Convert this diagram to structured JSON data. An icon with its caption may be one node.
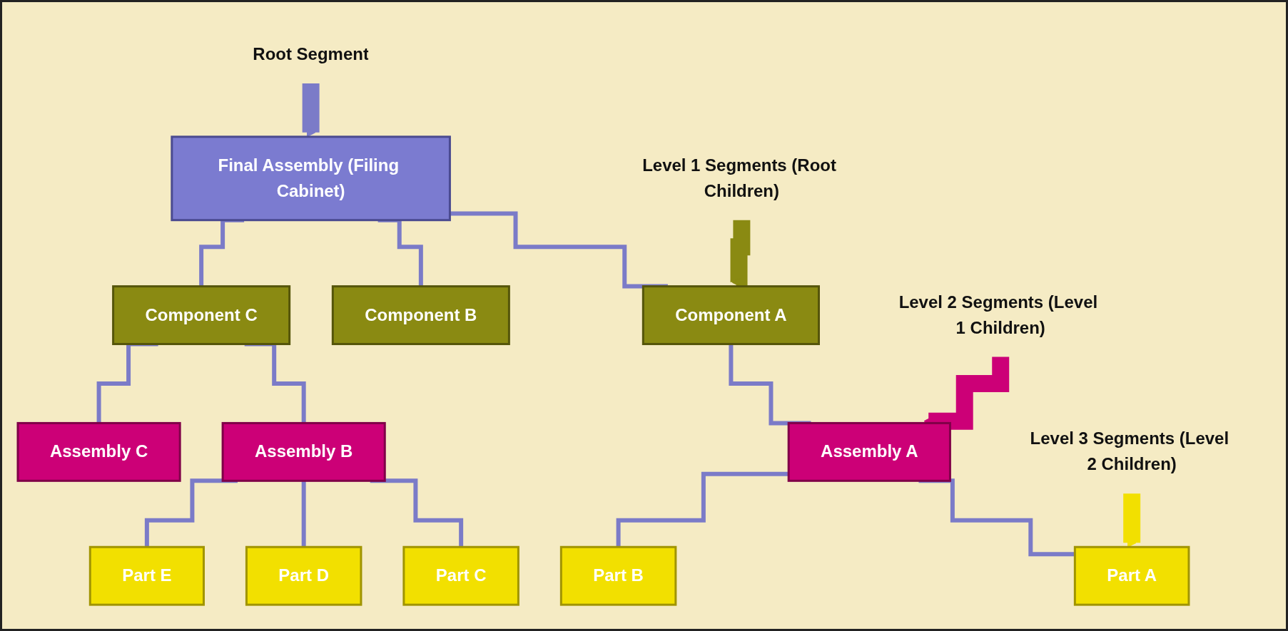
{
  "diagram": {
    "nodes": [
      {
        "text": [
          "Root Segment"
        ]
      },
      {
        "text": [
          "Final Assembly (Filing Cabinet)"
        ]
      },
      {
        "text": [
          "Level 1 Segments (Root Children)"
        ]
      },
      {
        "text": [
          "Component A"
        ]
      },
      {
        "text": [
          "Component B"
        ]
      },
      {
        "text": [
          "Component C"
        ]
      },
      {
        "text": [
          "Level 2 Segments (Level 1 Children)"
        ]
      },
      {
        "text": [
          "Assembly A"
        ]
      },
      {
        "text": [
          "Assembly B"
        ]
      },
      {
        "text": [
          "Assembly C"
        ]
      },
      {
        "text": [
          "Level 3 Segments (Level 2 Children)"
        ]
      },
      {
        "text": [
          "Part A"
        ]
      },
      {
        "text": [
          "Part B"
        ]
      },
      {
        "text": [
          "Part C"
        ]
      },
      {
        "text": [
          "Part D"
        ]
      },
      {
        "text": [
          "Part E"
        ]
      }
    ],
    "edges": [
      {
        "from": 0,
        "to": 1,
        "arrow": "to",
        "style": "thick"
      },
      {
        "from": 1,
        "to": 3,
        "arrow": "none"
      },
      {
        "from": 1,
        "to": 4,
        "arrow": "none"
      },
      {
        "from": 1,
        "to": 5,
        "arrow": "none"
      },
      {
        "from": 2,
        "to": 3,
        "arrow": "to",
        "style": "thick",
        "color": "#8a8a12"
      },
      {
        "from": 3,
        "to": 7,
        "arrow": "none"
      },
      {
        "from": 5,
        "to": 8,
        "arrow": "none"
      },
      {
        "from": 5,
        "to": 9,
        "arrow": "none"
      },
      {
        "from": 6,
        "to": 7,
        "arrow": "to",
        "style": "thick",
        "color": "#cc0077"
      },
      {
        "from": 7,
        "to": 11,
        "arrow": "none"
      },
      {
        "from": 7,
        "to": 12,
        "arrow": "none"
      },
      {
        "from": 8,
        "to": 13,
        "arrow": "none"
      },
      {
        "from": 8,
        "to": 14,
        "arrow": "none"
      },
      {
        "from": 8,
        "to": 15,
        "arrow": "none"
      },
      {
        "from": 10,
        "to": 11,
        "arrow": "to",
        "style": "thick",
        "color": "#f2e000"
      }
    ]
  }
}
